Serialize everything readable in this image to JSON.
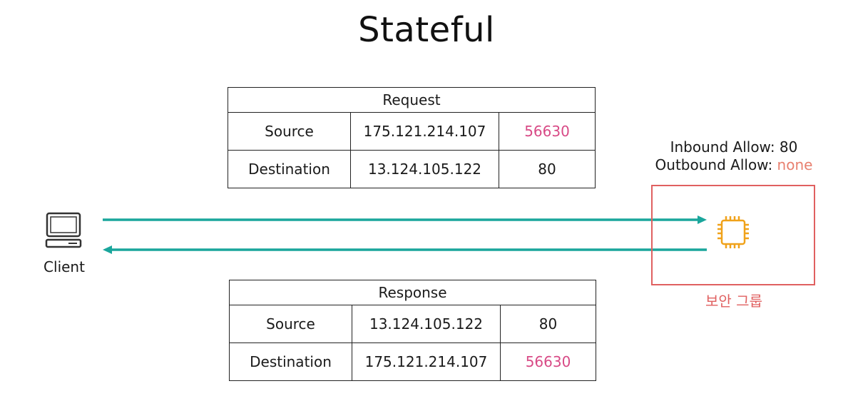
{
  "title": "Stateful",
  "request_table": {
    "header": "Request",
    "rows": [
      {
        "label": "Source",
        "ip": "175.121.214.107",
        "port": "56630"
      },
      {
        "label": "Destination",
        "ip": "13.124.105.122",
        "port": "80"
      }
    ]
  },
  "response_table": {
    "header": "Response",
    "rows": [
      {
        "label": "Source",
        "ip": "13.124.105.122",
        "port": "80"
      },
      {
        "label": "Destination",
        "ip": "175.121.214.107",
        "port": "56630"
      }
    ]
  },
  "client": {
    "label": "Client",
    "icon": "laptop-icon"
  },
  "security_group": {
    "inbound_label": "Inbound Allow:",
    "inbound_value": "80",
    "outbound_label": "Outbound Allow:",
    "outbound_value": "none",
    "label": "보안 그룹",
    "icon": "cpu-chip-icon"
  },
  "colors": {
    "arrow": "#1aa69c",
    "port_highlight": "#d84a86",
    "security_group": "#e06060",
    "chip": "#f0a21a",
    "none_value": "#e8806f"
  }
}
